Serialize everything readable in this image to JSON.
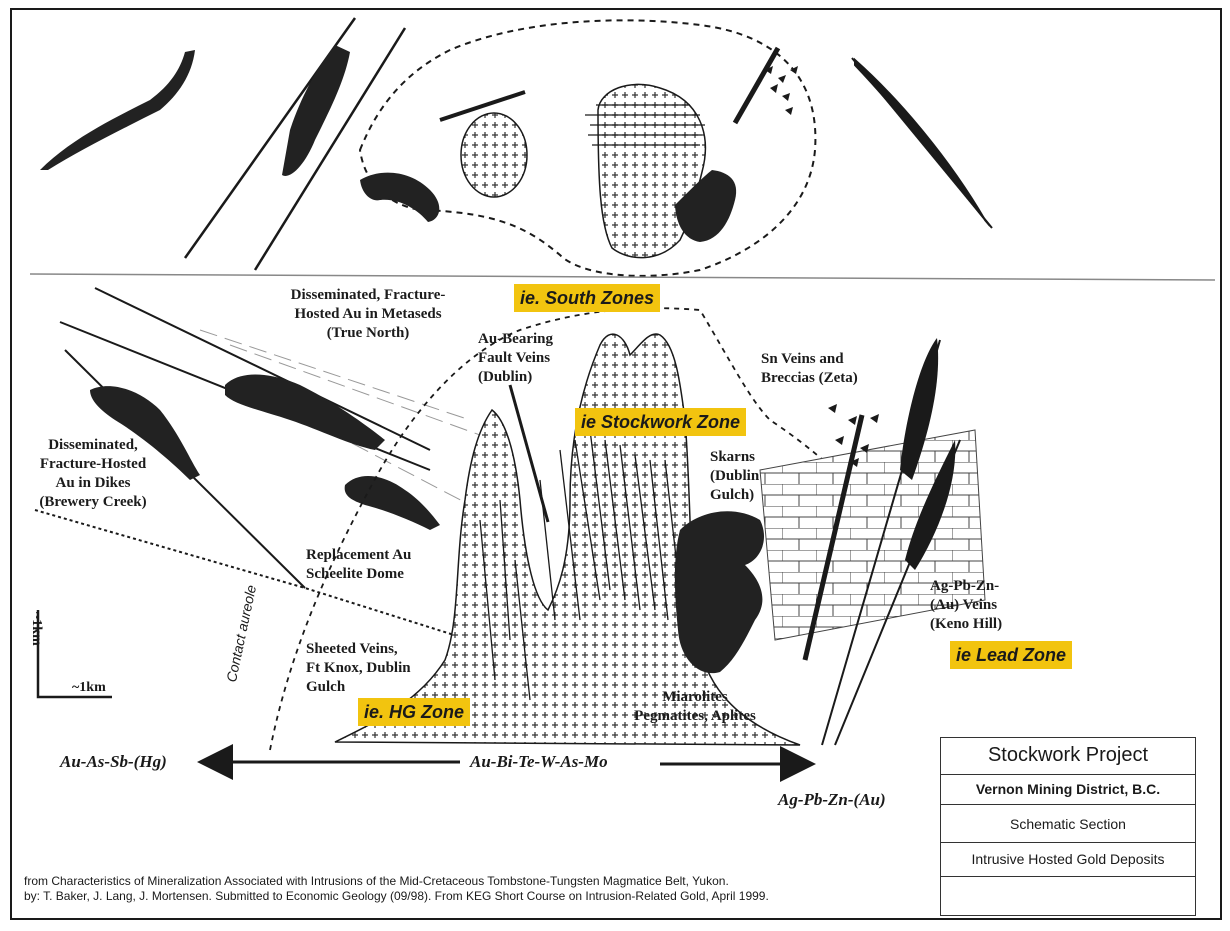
{
  "labels": {
    "true_north": "Disseminated, Fracture-\nHosted Au in Metaseds\n(True North)",
    "dublin_fault": "Au-Bearing\nFault Veins\n(Dublin)",
    "zeta": "Sn Veins and\nBreccias (Zeta)",
    "brewery_creek": "Disseminated,\nFracture-Hosted\nAu in Dikes\n(Brewery Creek)",
    "skarns": "Skarns\n(Dublin\nGulch)",
    "scheelite": "Replacement Au\nScheelite Dome",
    "keno_hill": "Ag-Pb-Zn-\n(Au) Veins\n(Keno Hill)",
    "sheeted": "Sheeted Veins,\nFt Knox, Dublin\nGulch",
    "miarolites": "Miarolites\nPegmatites, Aplites",
    "aureole": "Contact aureole"
  },
  "zones": {
    "south": "ie. South Zones",
    "stockwork": "ie Stockwork Zone",
    "lead": "ie Lead Zone",
    "hg": "ie. HG Zone"
  },
  "axis": {
    "left": "Au-As-Sb-(Hg)",
    "center": "Au-Bi-Te-W-As-Mo",
    "right": "Ag-Pb-Zn-(Au)"
  },
  "scale": {
    "vertical": "~1km",
    "horizontal": "~1km"
  },
  "legend": {
    "project": "Stockwork Project",
    "district": "Vernon Mining District, B.C.",
    "section": "Schematic Section",
    "deposits": "Intrusive Hosted Gold Deposits"
  },
  "credit": "from Characteristics of Mineralization Associated with Intrusions of the Mid-Cretaceous Tombstone-Tungsten Magmatice Belt, Yukon.\nby: T. Baker, J. Lang, J. Mortensen.  Submitted to Economic Geology (09/98).  From KEG Short Course on Intrusion-Related Gold, April 1999.",
  "colors": {
    "highlight": "#f2c40f",
    "ink": "#1a1a1a"
  }
}
